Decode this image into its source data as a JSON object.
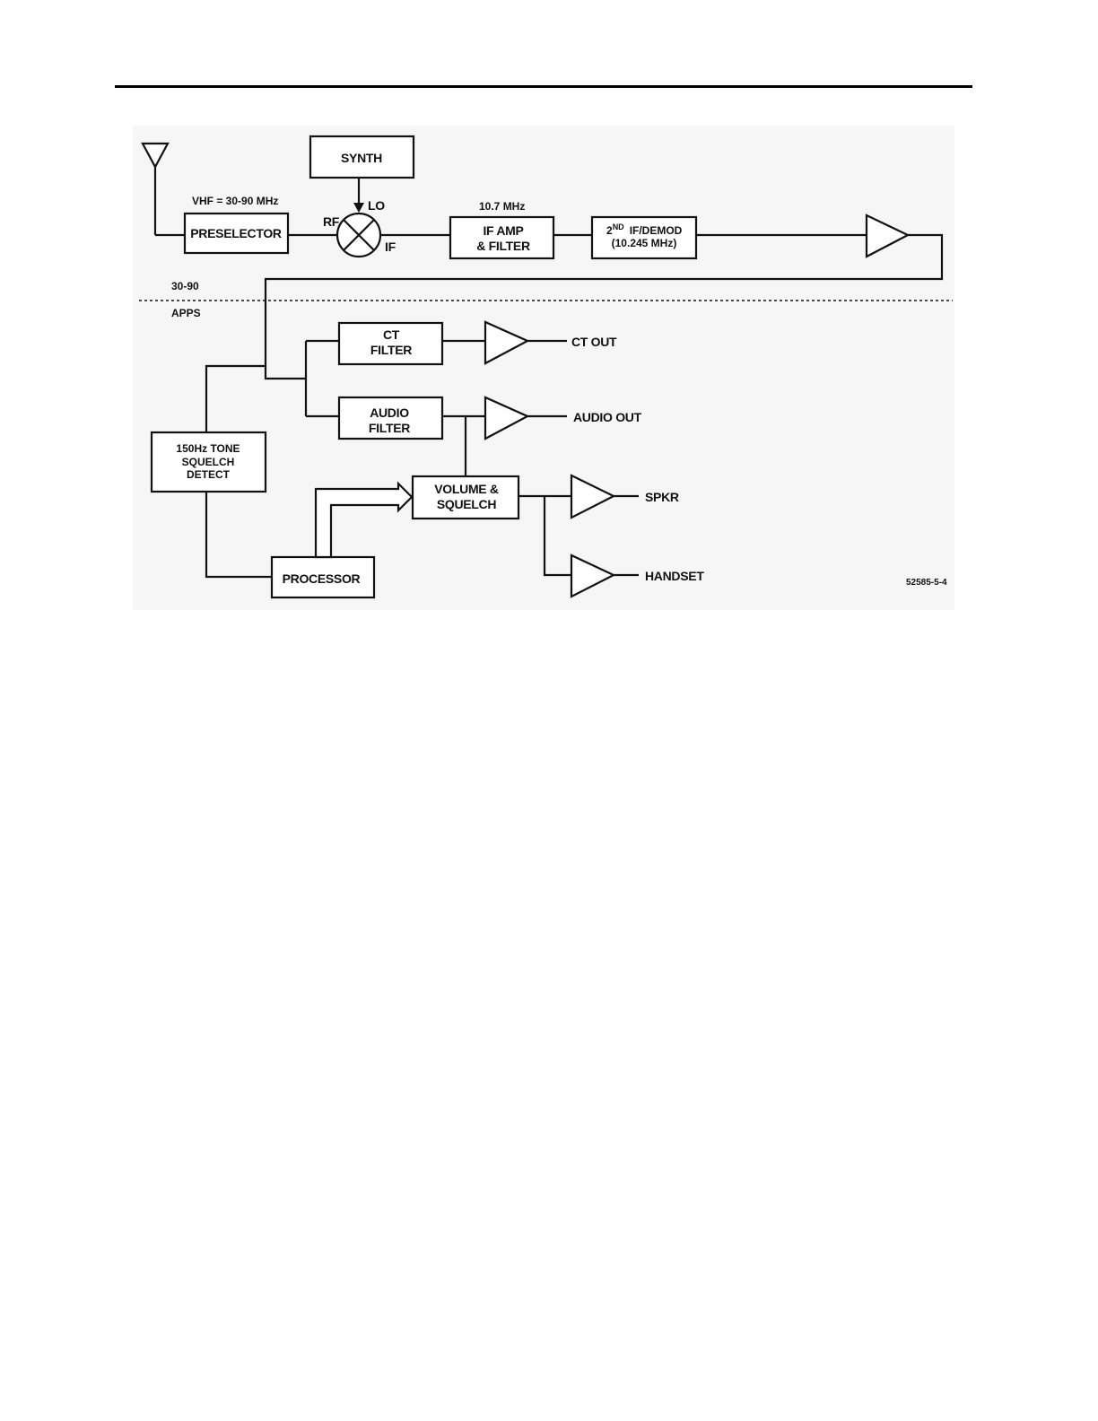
{
  "blocks": {
    "synth": "SYNTH",
    "preselector": "PRESELECTOR",
    "if_amp_line1": "IF AMP",
    "if_amp_line2": "& FILTER",
    "demod_line1_prefix": "2",
    "demod_line1_sup": "ND",
    "demod_line1_rest": "IF/DEMOD",
    "demod_line2": "(10.245 MHz)",
    "ct_filter_line1": "CT",
    "ct_filter_line2": "FILTER",
    "audio_filter_line1": "AUDIO",
    "audio_filter_line2": "FILTER",
    "tone_line1": "150Hz TONE",
    "tone_line2": "SQUELCH",
    "tone_line3": "DETECT",
    "volume_line1": "VOLUME &",
    "volume_line2": "SQUELCH",
    "processor": "PROCESSOR"
  },
  "labels": {
    "vhf": "VHF = 30-90 MHz",
    "if_freq": "10.7 MHz",
    "rf": "RF",
    "lo": "LO",
    "if": "IF",
    "band_top": "30-90",
    "band_bottom": "APPS",
    "ct_out": "CT OUT",
    "audio_out": "AUDIO OUT",
    "spkr": "SPKR",
    "handset": "HANDSET",
    "figure_code": "52585-5-4"
  },
  "icons": [
    "antenna-icon",
    "mixer-icon",
    "amplifier-icon"
  ]
}
